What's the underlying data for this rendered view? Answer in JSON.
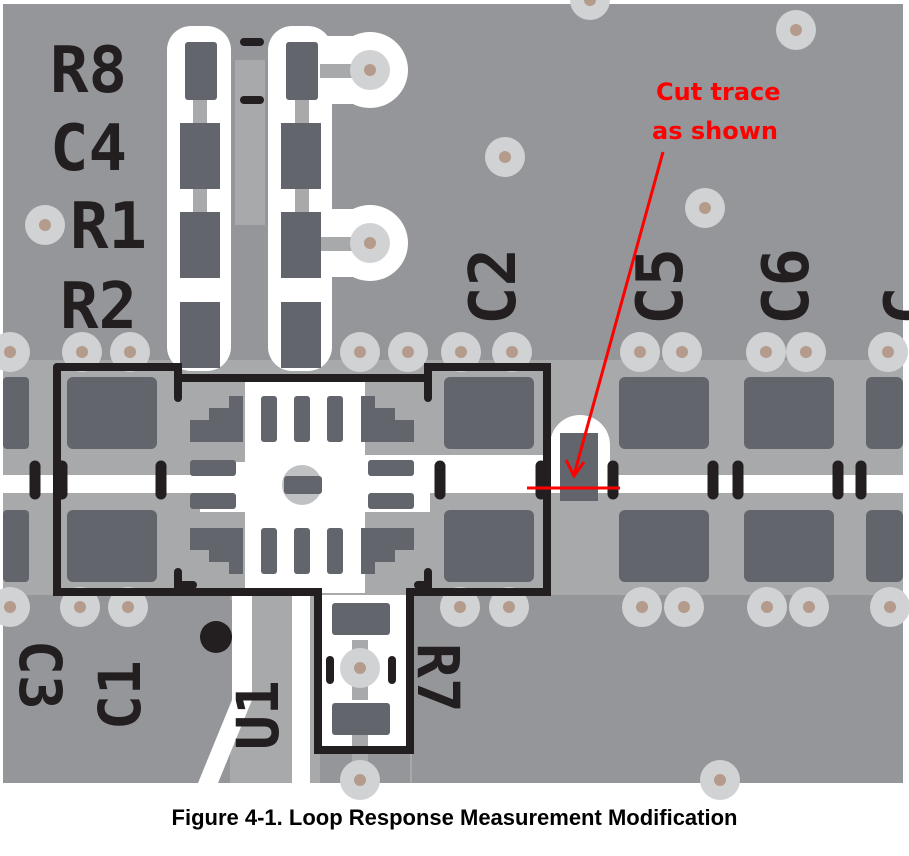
{
  "figure": {
    "caption": "Figure 4-1. Loop Response Measurement Modification"
  },
  "annotation": {
    "line1": "Cut trace",
    "line2": "as shown",
    "color": "#ff0000"
  },
  "designators": {
    "R8": "R8",
    "C4": "C4",
    "R1": "R1",
    "R2": "R2",
    "C2": "C2",
    "C5": "C5",
    "C6": "C6",
    "C7_partial": "C",
    "C1": "C1",
    "U1": "U1",
    "R7": "R7",
    "C3_partial": "C3"
  },
  "colors": {
    "board": "#949699",
    "copper_pour": "#a7a9ab",
    "pad": "#62656b",
    "trace_white": "#ffffff",
    "silkscreen": "#231f20",
    "via_ring": "#d1d2d3",
    "via_hole": "#b49b8c",
    "cut_mark": "#ff0000"
  }
}
